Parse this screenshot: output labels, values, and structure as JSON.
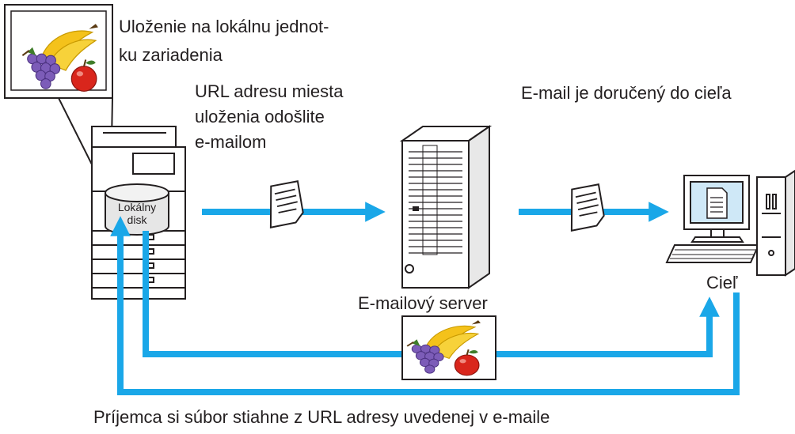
{
  "labels": {
    "local_save_line1": "Uloženie na lokálnu jednot-",
    "local_save_line2": "ku zariadenia",
    "url_send_line1": "URL adresu miesta",
    "url_send_line2": "uloženia odošlite",
    "url_send_line3": "e-mailom",
    "email_delivered": "E-mail je doručený do cieľa",
    "local_disk_line1": "Lokálny",
    "local_disk_line2": "disk",
    "email_server": "E-mailový server",
    "destination": "Cieľ",
    "recipient_download": "Príjemca si súbor stiahne z URL adresy uvedenej v e-maile"
  },
  "colors": {
    "arrow": "#1aa7e8",
    "outline": "#231f20",
    "screen": "#cfe8f7",
    "banana": "#f4c21b",
    "grape": "#7c5cb8",
    "apple": "#d9261c"
  },
  "icons": [
    "printer-icon",
    "disk-icon",
    "document-icon",
    "server-icon",
    "computer-icon",
    "fruit-image-icon"
  ]
}
